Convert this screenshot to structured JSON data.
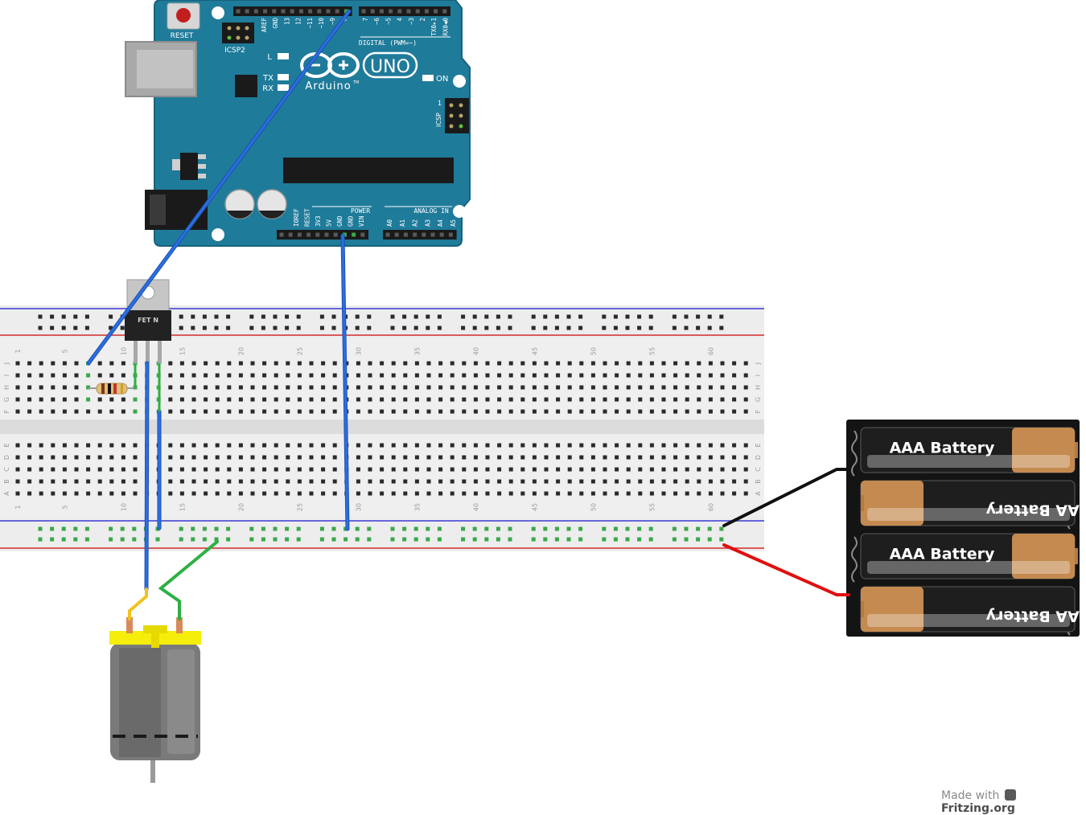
{
  "arduino": {
    "reset_label": "RESET",
    "icsp2_label": "ICSP2",
    "icsp_label": "ICSP",
    "brand": "Arduino",
    "model": "UNO",
    "tm": "TM",
    "led_l": "L",
    "led_tx": "TX",
    "led_rx": "RX",
    "led_on": "ON",
    "digital_label": "DIGITAL (PWM=~)",
    "digital_pins": [
      "AREF",
      "GND",
      "13",
      "12",
      "~11",
      "~10",
      "~9",
      "8",
      "7",
      "~6",
      "~5",
      "4",
      "~3",
      "2",
      "TX0▸1",
      "RX0◀0"
    ],
    "power_label": "POWER",
    "analog_label": "ANALOG IN",
    "power_pins": [
      "IOREF",
      "RESET",
      "3V3",
      "5V",
      "GND",
      "GND",
      "VIN"
    ],
    "analog_pins": [
      "A0",
      "A1",
      "A2",
      "A3",
      "A4",
      "A5"
    ],
    "icsp_pin1": "1"
  },
  "breadboard": {
    "column_numbers": [
      "5",
      "10",
      "15",
      "20",
      "25",
      "30",
      "35",
      "40",
      "45",
      "50",
      "55",
      "60"
    ],
    "row_letters_top": [
      "J",
      "I",
      "H",
      "G",
      "F"
    ],
    "row_letters_bottom": [
      "E",
      "D",
      "C",
      "B",
      "A"
    ],
    "first_column": "1"
  },
  "mosfet": {
    "label": "FET N"
  },
  "battery_pack": {
    "cells": [
      {
        "label": "AAA Battery"
      },
      {
        "label": "AAA Battery"
      },
      {
        "label": "AAA Battery"
      },
      {
        "label": "AAA Battery"
      }
    ]
  },
  "colors": {
    "arduino_board": "#1f7b9a",
    "wire_blue": "#2a5fd4",
    "wire_green": "#2db043",
    "wire_yellow": "#f2c21b",
    "wire_black": "#111111",
    "wire_red": "#e01010",
    "breadboard": "#ececec",
    "rail_red": "#d42a2a",
    "rail_blue": "#3a3ad6",
    "motor_cap": "#f5ee0a"
  },
  "footer": {
    "made_with": "Made with",
    "brand": "Fritzing.org"
  }
}
